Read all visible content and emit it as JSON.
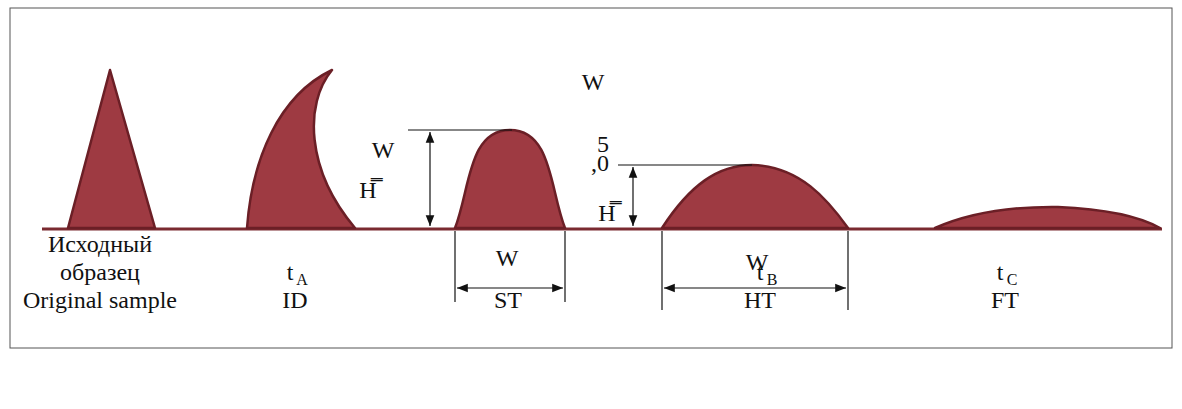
{
  "diagram": {
    "labels": [
      "W",
      "W",
      "5",
      ",0",
      "H̿",
      "H̿",
      "W",
      "W",
      "Исходный образец",
      "Original sample",
      "t",
      "A",
      "ID",
      "ST",
      "t",
      "B",
      "HT",
      "t",
      "C",
      "FT"
    ]
  }
}
